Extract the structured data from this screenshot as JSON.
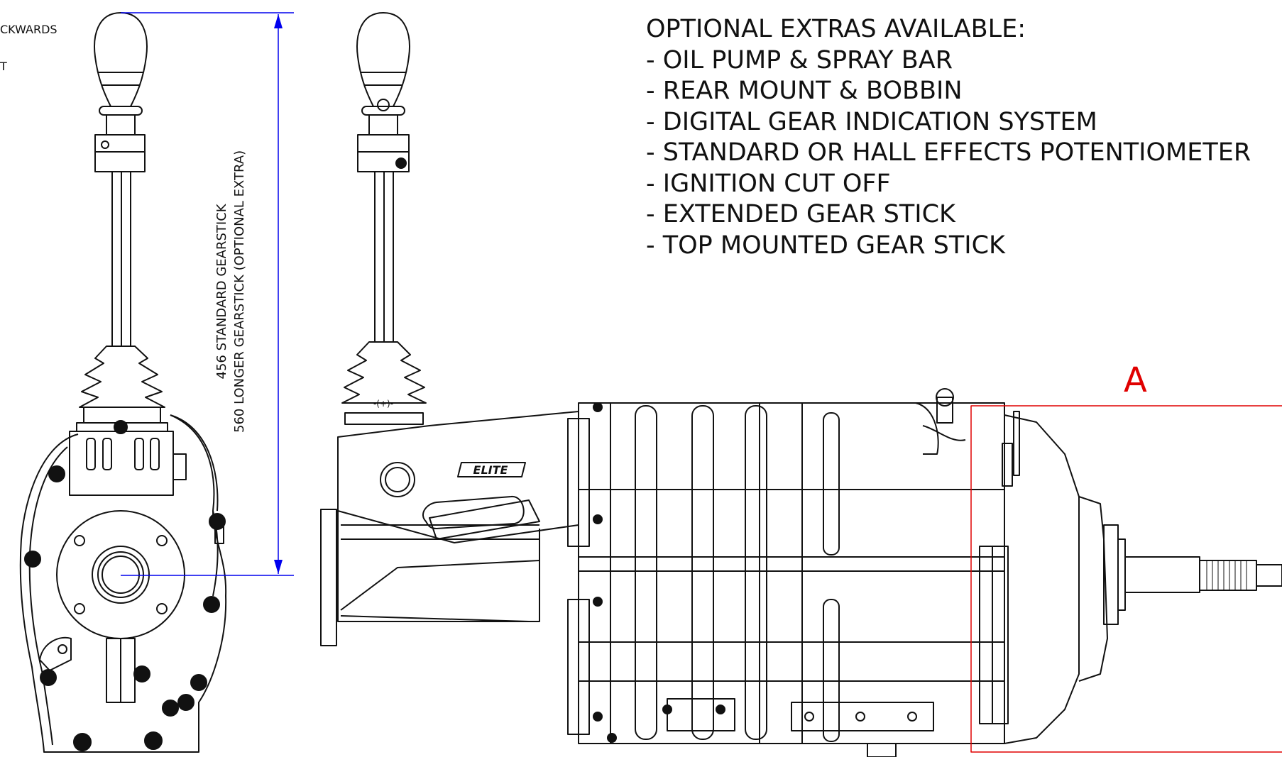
{
  "notes": {
    "partial_line_1": "CKWARDS",
    "partial_line_2": "T"
  },
  "dimension": {
    "line_1": "456 STANDARD GEARSTICK",
    "line_2": "560 LONGER GEARSTICK (OPTIONAL EXTRA)"
  },
  "extras": {
    "heading": "OPTIONAL EXTRAS AVAILABLE:",
    "items": [
      "- OIL PUMP & SPRAY BAR",
      "- REAR MOUNT & BOBBIN",
      "- DIGITAL GEAR INDICATION SYSTEM",
      "- STANDARD OR HALL EFFECTS POTENTIOMETER",
      "- IGNITION CUT OFF",
      "- EXTENDED GEAR STICK",
      "- TOP MOUNTED GEAR STICK"
    ]
  },
  "section_label": "A",
  "logo_text": "ELITE",
  "colors": {
    "line": "#111111",
    "dimension": "#0000ee",
    "section": "#e00000",
    "background": "#ffffff"
  }
}
